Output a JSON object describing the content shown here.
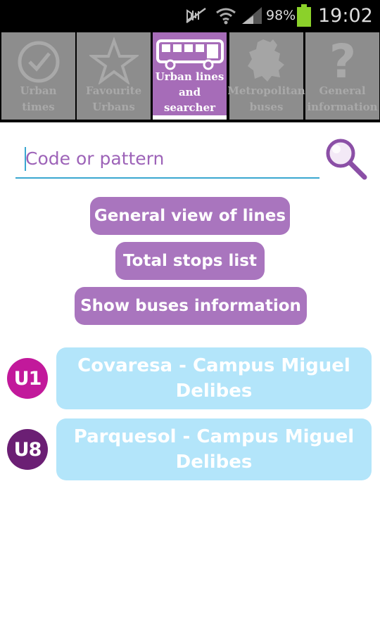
{
  "status_bar": {
    "battery_percent": "98%",
    "time": "19:02",
    "icons": [
      "mute-icon",
      "wifi-icon",
      "signal-icon",
      "battery-icon"
    ]
  },
  "tabs": [
    {
      "label": "Urban\ntimes",
      "icon": "check-circle-icon",
      "active": false
    },
    {
      "label": "Favourite\nUrbans",
      "icon": "star-icon",
      "active": false
    },
    {
      "label": "Urban lines\nand\nsearcher",
      "icon": "bus-icon",
      "active": true
    },
    {
      "label": "Metropolitan\nbuses",
      "icon": "map-icon",
      "active": false
    },
    {
      "label": "General\ninformation",
      "icon": "question-icon",
      "active": false
    }
  ],
  "search": {
    "placeholder": "Code or pattern",
    "icon": "magnifier-icon"
  },
  "actions": {
    "general_view": "General view of lines",
    "total_stops": "Total stops list",
    "show_buses": "Show buses information"
  },
  "lines": [
    {
      "code": "U1",
      "name": "Covaresa - Campus Miguel Delibes",
      "color": "#c2199b"
    },
    {
      "code": "U8",
      "name": "Parquesol - Campus Miguel Delibes",
      "color": "#6b1f74"
    }
  ],
  "colors": {
    "accent_purple": "#a975be",
    "tab_gray": "#8d8d8d",
    "card_blue": "#b3e5fa",
    "search_underline": "#3aa7d0"
  }
}
